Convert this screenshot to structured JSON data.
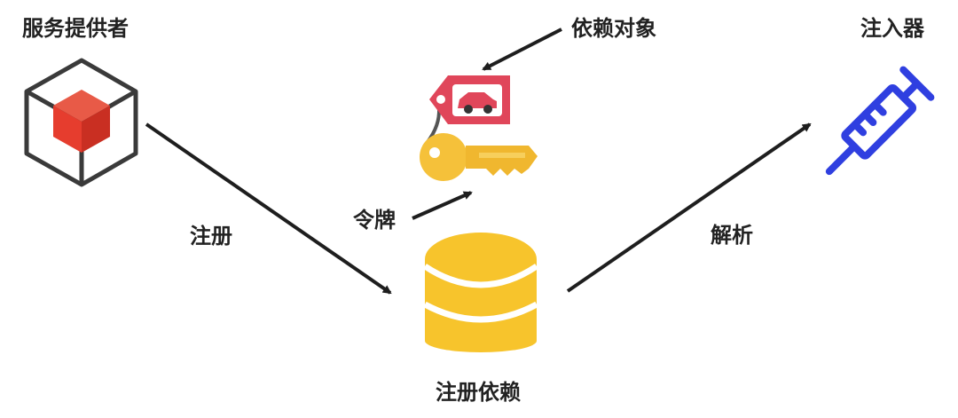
{
  "labels": {
    "service_provider": "服务提供者",
    "dependency_object": "依赖对象",
    "injector": "注入器",
    "register": "注册",
    "token": "令牌",
    "resolve": "解析",
    "register_dependency": "注册依赖"
  },
  "colors": {
    "cube_red": "#e63d2e",
    "cube_outline": "#3a3a3a",
    "tag_red": "#e0465a",
    "key_yellow": "#f5c13a",
    "db_yellow": "#f7c42c",
    "syringe_blue": "#2f3fe0",
    "arrow": "#1e1e1e"
  },
  "icons": [
    "cube-icon",
    "tag-icon",
    "key-icon",
    "database-icon",
    "syringe-icon"
  ]
}
